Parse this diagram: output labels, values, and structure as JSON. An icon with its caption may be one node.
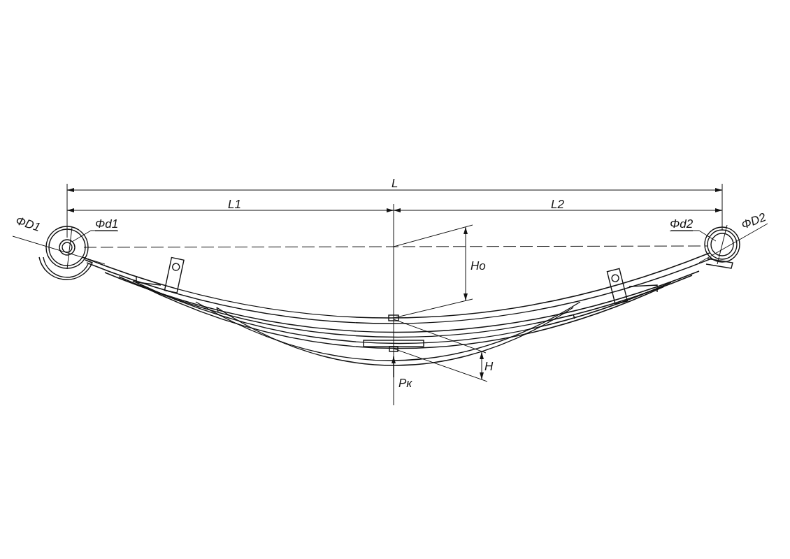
{
  "diagram": {
    "labels": [
      "L",
      "L1",
      "L2",
      "ΦD1",
      "Φd1",
      "Φd2",
      "ΦD2",
      "Ho",
      "H",
      "Pк"
    ]
  }
}
